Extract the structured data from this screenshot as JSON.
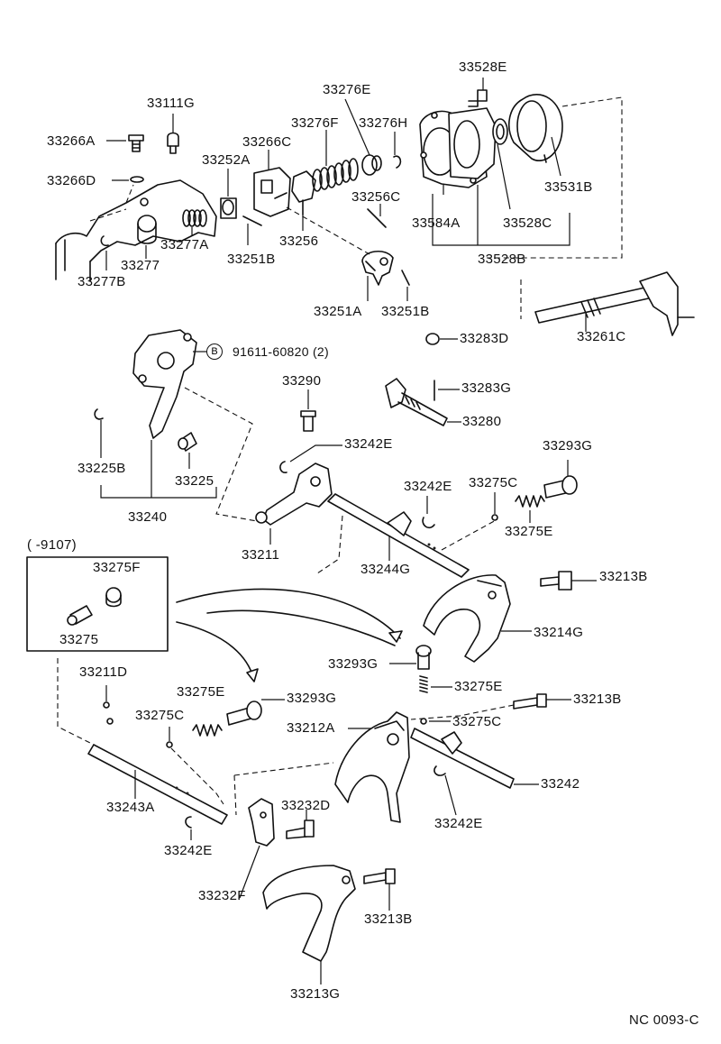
{
  "labels": {
    "p33528E": "33528E",
    "p33111G": "33111G",
    "p33276E": "33276E",
    "p33266A": "33266A",
    "p33276F": "33276F",
    "p33276H": "33276H",
    "p33266C": "33266C",
    "p33252A": "33252A",
    "p33266D": "33266D",
    "p33531B": "33531B",
    "p33256C": "33256C",
    "p33584A": "33584A",
    "p33528C": "33528C",
    "p33277A": "33277A",
    "p33256": "33256",
    "p33277": "33277",
    "p33251B_a": "33251B",
    "p33528B": "33528B",
    "p33277B": "33277B",
    "p33251A": "33251A",
    "p33251B_b": "33251B",
    "p33261C": "33261C",
    "p33283D": "33283D",
    "p91611": "91611-60820 (2)",
    "bolt_marker": "B",
    "p33290": "33290",
    "p33283G": "33283G",
    "p33280": "33280",
    "p33242E_a": "33242E",
    "p33293G_a": "33293G",
    "p33225B": "33225B",
    "p33242E_b": "33242E",
    "p33275C_a": "33275C",
    "p33225": "33225",
    "p33275E_a": "33275E",
    "p33240": "33240",
    "p9107": "(      -9107)",
    "p33211": "33211",
    "p33244G": "33244G",
    "p33275F": "33275F",
    "p33213B_a": "33213B",
    "p33214G": "33214G",
    "p33275": "33275",
    "p33293G_b": "33293G",
    "p33211D": "33211D",
    "p33275E_b": "33275E",
    "p33275E_c": "33275E",
    "p33293G_c": "33293G",
    "p33213B_b": "33213B",
    "p33275C_b": "33275C",
    "p33212A": "33212A",
    "p33275C_c": "33275C",
    "p33242": "33242",
    "p33243A": "33243A",
    "p33232D": "33232D",
    "p33242E_c": "33242E",
    "p33242E_d": "33242E",
    "p33232F": "33232F",
    "p33213B_c": "33213B",
    "p33213G": "33213G",
    "code": "NC 0093-C"
  }
}
